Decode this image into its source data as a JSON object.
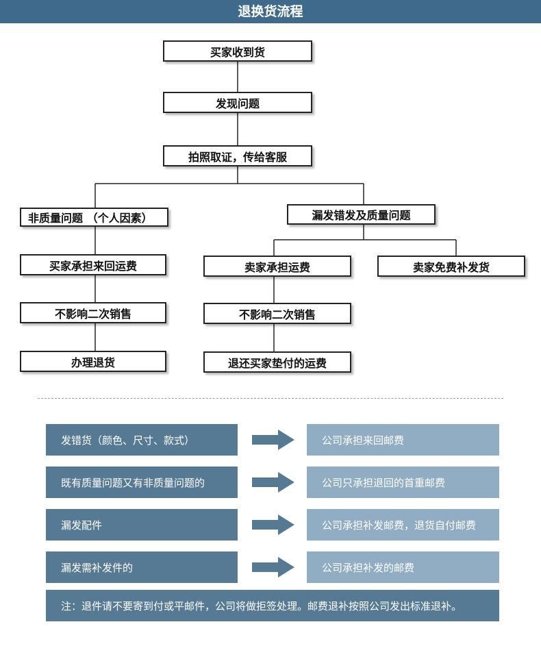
{
  "header": {
    "title": "退换货流程"
  },
  "flow": {
    "receive": "买家收到货",
    "find_issue": "发现问题",
    "photo": "拍照取证，传给客服",
    "non_quality": "非质量问题 （个人因素）",
    "missing_or_quality": "漏发错发及质量问题",
    "buyer_shipping": "买家承担来回运费",
    "buyer_no_resale": "不影响二次销售",
    "buyer_return": "办理退货",
    "seller_shipping": "卖家承担运费",
    "seller_no_resale": "不影响二次销售",
    "seller_refund": "退还买家垫付的运费",
    "seller_resend": "卖家免费补发货"
  },
  "rules": [
    {
      "condition": "发错货（颜色、尺寸、款式）",
      "result": "公司承担来回邮费"
    },
    {
      "condition": "既有质量问题又有非质量问题的",
      "result": "公司只承担退回的首重邮费"
    },
    {
      "condition": "漏发配件",
      "result": "公司承担补发邮费，退货自付邮费"
    },
    {
      "condition": "漏发需补发件的",
      "result": "公司承担补发的邮费"
    }
  ],
  "note": "注：退件请不要寄到付或平邮件，公司将做拒签处理。邮费退补按照公司发出标准退补。",
  "colors": {
    "header": "#3f6a8c",
    "rule_left": "#567a94",
    "rule_right": "#91adc3",
    "arrow": "#567a94"
  }
}
